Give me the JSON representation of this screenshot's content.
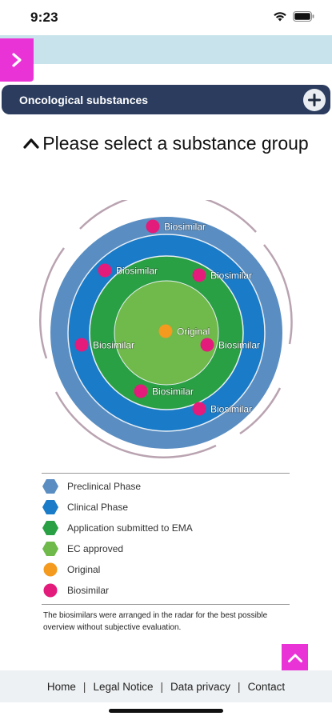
{
  "status_bar": {
    "time": "9:23"
  },
  "category": {
    "label": "Oncological substances"
  },
  "heading": {
    "text": "Please select a substance group"
  },
  "colors": {
    "accent": "#ea33d6",
    "header": "#2b3c5e",
    "preclinical": "#5a8ec2",
    "clinical": "#1a7bc8",
    "ema": "#2aa044",
    "ec_approved": "#70b94b",
    "original": "#f39a1f",
    "biosimilar": "#e31b7b"
  },
  "radar": {
    "markers": [
      {
        "label": "Biosimilar",
        "kind": "biosimilar"
      },
      {
        "label": "Biosimilar",
        "kind": "biosimilar"
      },
      {
        "label": "Biosimilar",
        "kind": "biosimilar"
      },
      {
        "label": "Original",
        "kind": "original"
      },
      {
        "label": "Biosimilar",
        "kind": "biosimilar"
      },
      {
        "label": "Biosimilar",
        "kind": "biosimilar"
      },
      {
        "label": "Biosimilar",
        "kind": "biosimilar"
      },
      {
        "label": "Biosimilar",
        "kind": "biosimilar"
      }
    ]
  },
  "legend": [
    {
      "label": "Preclinical Phase",
      "shape": "hexagon-icon",
      "color": "#5a8ec2"
    },
    {
      "label": "Clinical Phase",
      "shape": "hexagon-icon",
      "color": "#1a7bc8"
    },
    {
      "label": "Application submitted to EMA",
      "shape": "hexagon-icon",
      "color": "#2aa044"
    },
    {
      "label": "EC approved",
      "shape": "hexagon-icon",
      "color": "#70b94b"
    },
    {
      "label": "Original",
      "shape": "circle-icon",
      "color": "#f39a1f"
    },
    {
      "label": "Biosimilar",
      "shape": "circle-icon",
      "color": "#e31b7b"
    }
  ],
  "footnote": "The biosimilars were arranged in the radar for the best possible overview without subjective evaluation.",
  "footer": {
    "home": "Home",
    "legal": "Legal Notice",
    "privacy": "Data privacy",
    "contact": "Contact"
  }
}
